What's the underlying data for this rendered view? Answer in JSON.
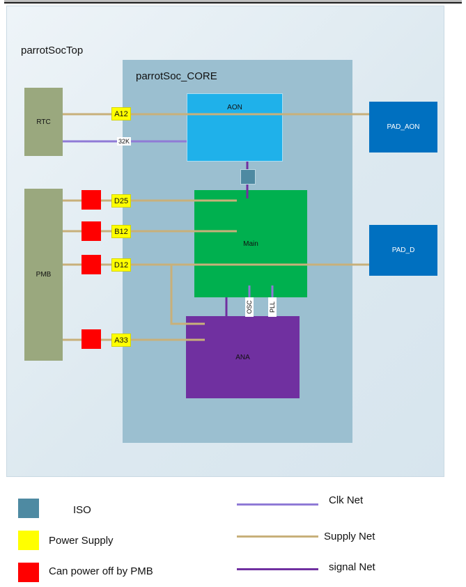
{
  "diagram": {
    "outer_label": "parrotSocTop",
    "core_label": "parrotSoc_CORE",
    "blocks": {
      "rtc": "RTC",
      "pmb": "PMB",
      "aon": "AON",
      "main": "Main",
      "ana": "ANA",
      "pad_aon": "PAD_AON",
      "pad_d": "PAD_D"
    },
    "supplies": {
      "a12": "A12",
      "d25": "D25",
      "b12": "B12",
      "d12": "D12",
      "a33": "A33"
    },
    "clock_tags": {
      "k32": "32K",
      "osc": "OSC",
      "pll": "PLL"
    }
  },
  "legend": {
    "iso": "ISO",
    "power_supply": "Power Supply",
    "can_power_off": "Can power off by PMB",
    "clk_net": "Clk Net",
    "supply_net": "Supply Net",
    "signal_net": "signal Net"
  },
  "colors": {
    "supply_net": "#c8b07a",
    "clk_net": "#8f7ad6",
    "signal_net": "#7030a0",
    "iso": "#4e8aa2",
    "power_supply": "#ffff00",
    "power_off": "#ff0000"
  }
}
